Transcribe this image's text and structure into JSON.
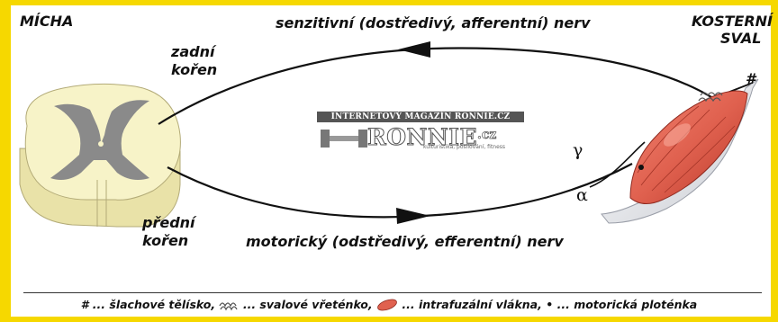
{
  "labels": {
    "spinal_cord": "MÍCHA",
    "muscle_line1": "KOSTERNÍ",
    "muscle_line2": "SVAL",
    "posterior_root_line1": "zadní",
    "posterior_root_line2": "kořen",
    "anterior_root_line1": "přední",
    "anterior_root_line2": "kořen",
    "sensory_nerve": "senzitivní (dostředivý, afferentní) nerv",
    "motor_nerve": "motorický (odstředivý, efferentní) nerv",
    "gamma": "γ",
    "alpha": "α",
    "tendon_mark": "#"
  },
  "watermark": {
    "line1": "INTERNETOVÝ MAGAZÍN RONNIE.CZ",
    "brand": "RONNIE",
    "suffix": ".cz",
    "tagline": "kulturistika, posilování, fitness"
  },
  "legend": {
    "hash_symbol": "#",
    "hash_text": "... šlachové tělísko,",
    "spindle_text": "... svalové vřeténko,",
    "fibers_text": "... intrafuzální vlákna,",
    "bullet_symbol": "•",
    "bullet_text": "... motorická ploténka"
  },
  "colors": {
    "frame": "#f6d800",
    "cord_white_matter": "#f7f3c8",
    "cord_gray_matter": "#8a8a8a",
    "muscle": "#e0614f",
    "tendon": "#e8eaee"
  }
}
